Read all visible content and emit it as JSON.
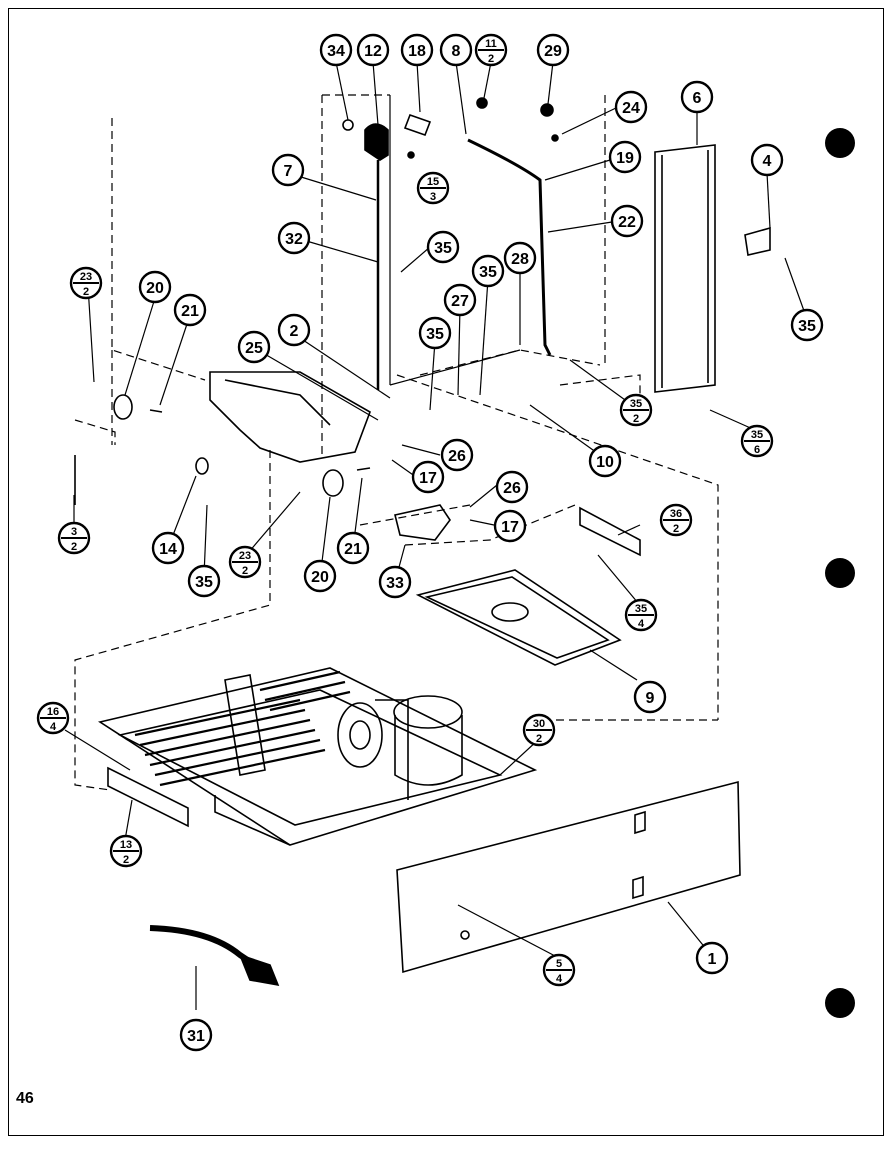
{
  "page_number": "46",
  "callouts": [
    {
      "id": "c34",
      "t": "34"
    },
    {
      "id": "c12",
      "t": "12"
    },
    {
      "id": "c18",
      "t": "18"
    },
    {
      "id": "c8",
      "t": "8"
    },
    {
      "id": "c29",
      "t": "29"
    },
    {
      "id": "c24",
      "t": "24"
    },
    {
      "id": "c6",
      "t": "6"
    },
    {
      "id": "c7",
      "t": "7"
    },
    {
      "id": "c19",
      "t": "19"
    },
    {
      "id": "c22",
      "t": "22"
    },
    {
      "id": "c4",
      "t": "4"
    },
    {
      "id": "c32",
      "t": "32"
    },
    {
      "id": "c35a",
      "t": "35"
    },
    {
      "id": "c28",
      "t": "28"
    },
    {
      "id": "c35b",
      "t": "35"
    },
    {
      "id": "c27",
      "t": "27"
    },
    {
      "id": "c20a",
      "t": "20"
    },
    {
      "id": "c21a",
      "t": "21"
    },
    {
      "id": "c2",
      "t": "2"
    },
    {
      "id": "c35c",
      "t": "35"
    },
    {
      "id": "c35d",
      "t": "35"
    },
    {
      "id": "c25",
      "t": "25"
    },
    {
      "id": "c26a",
      "t": "26"
    },
    {
      "id": "c17a",
      "t": "17"
    },
    {
      "id": "c10",
      "t": "10"
    },
    {
      "id": "c26b",
      "t": "26"
    },
    {
      "id": "c17b",
      "t": "17"
    },
    {
      "id": "c14",
      "t": "14"
    },
    {
      "id": "c35e",
      "t": "35"
    },
    {
      "id": "c20b",
      "t": "20"
    },
    {
      "id": "c21b",
      "t": "21"
    },
    {
      "id": "c33",
      "t": "33"
    },
    {
      "id": "c9",
      "t": "9"
    },
    {
      "id": "c31",
      "t": "31"
    },
    {
      "id": "c1",
      "t": "1"
    }
  ],
  "fractions": [
    {
      "id": "f11_2",
      "n": "11",
      "d": "2"
    },
    {
      "id": "f15_3",
      "n": "15",
      "d": "3"
    },
    {
      "id": "f23_2a",
      "n": "23",
      "d": "2"
    },
    {
      "id": "f35_2",
      "n": "35",
      "d": "2"
    },
    {
      "id": "f35_6",
      "n": "35",
      "d": "6"
    },
    {
      "id": "f3_2",
      "n": "3",
      "d": "2"
    },
    {
      "id": "f23_2b",
      "n": "23",
      "d": "2"
    },
    {
      "id": "f36_2",
      "n": "36",
      "d": "2"
    },
    {
      "id": "f35_4",
      "n": "35",
      "d": "4"
    },
    {
      "id": "f16_4",
      "n": "16",
      "d": "4"
    },
    {
      "id": "f30_2",
      "n": "30",
      "d": "2"
    },
    {
      "id": "f13_2",
      "n": "13",
      "d": "2"
    },
    {
      "id": "f5_4",
      "n": "5",
      "d": "4"
    }
  ]
}
